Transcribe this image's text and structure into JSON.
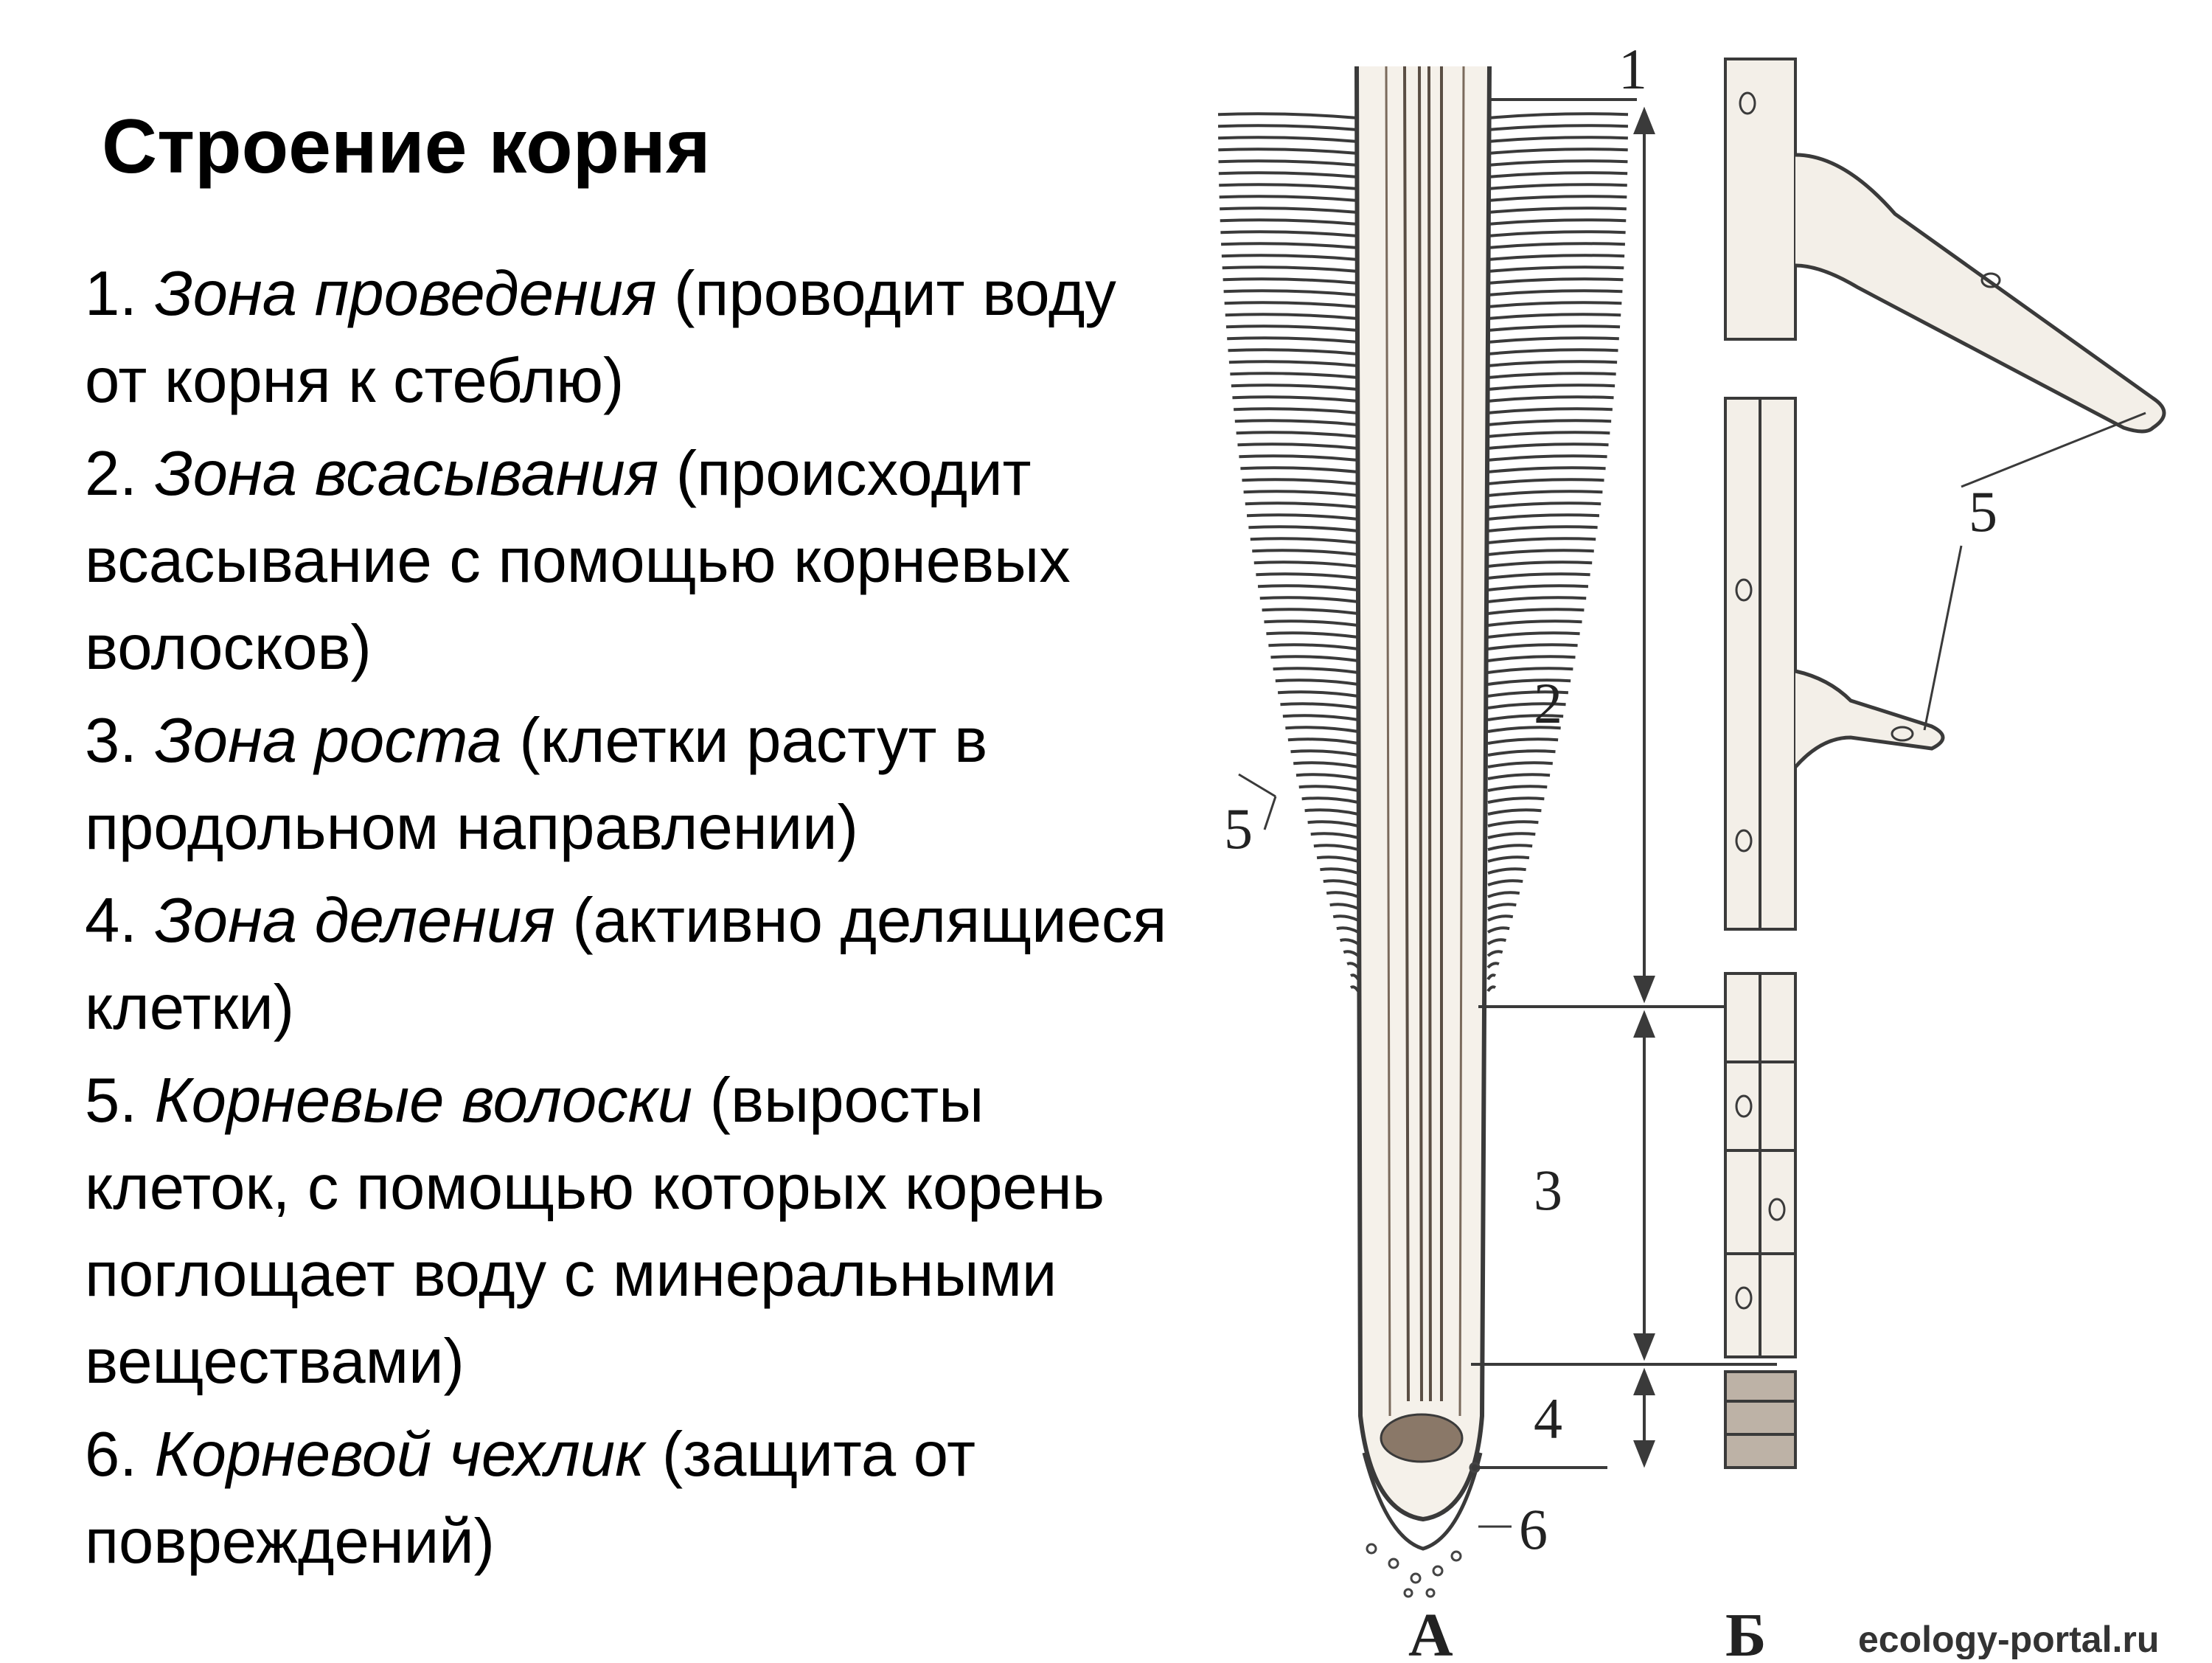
{
  "title": "Строение корня",
  "items": [
    {
      "num": "1.",
      "term": "Зона проведения",
      "desc": "(проводит воду от корня к стеблю)"
    },
    {
      "num": "2.",
      "term": "Зона всасывания",
      "desc": "(происходит всасывание с помощью корневых волосков)"
    },
    {
      "num": "3.",
      "term": "Зона роста",
      "desc": "(клетки растут в продольном направлении)"
    },
    {
      "num": "4.",
      "term": "Зона деления",
      "desc": "(активно делящиеся клетки)"
    },
    {
      "num": "5.",
      "term": "Корневые волоски",
      "desc": "(выросты клеток, с помощью которых корень поглощает воду с минеральными веществами)"
    },
    {
      "num": "6.",
      "term": "Корневой чехлик",
      "desc": "(защита от повреждений)"
    }
  ],
  "figure": {
    "zone_labels": [
      "1",
      "2",
      "3",
      "4",
      "5",
      "5",
      "6"
    ],
    "panel_labels": [
      "А",
      "Б"
    ],
    "watermark": "ecology-portal.ru",
    "line_color": "#3a3a3a"
  }
}
